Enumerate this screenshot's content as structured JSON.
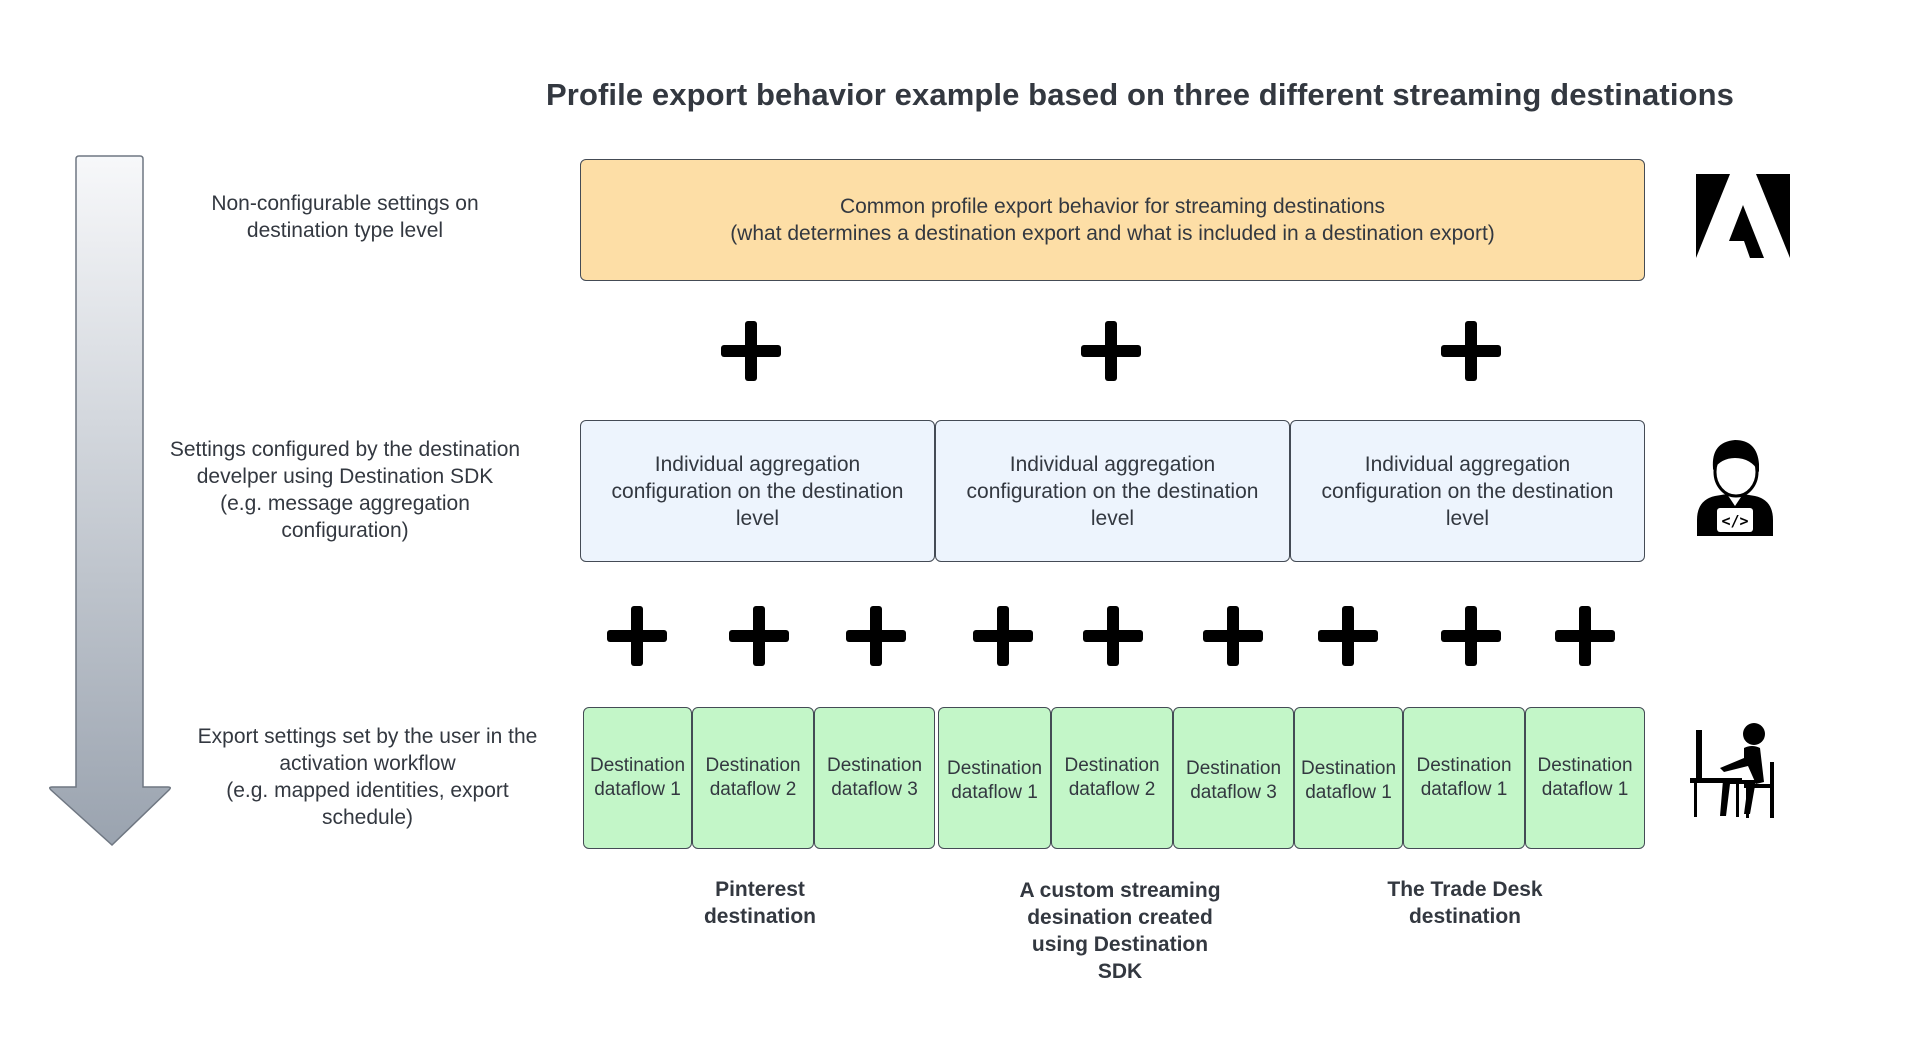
{
  "title": "Profile export behavior example based on three different streaming destinations",
  "side_labels": {
    "level1": [
      "Non-configurable settings on",
      "destination type level"
    ],
    "level2": [
      "Settings configured by the destination",
      "develper using Destination SDK",
      "(e.g. message aggregation",
      "configuration)"
    ],
    "level3": [
      "Export settings set by the user in the",
      "activation workflow",
      "(e.g. mapped identities, export",
      "schedule)"
    ]
  },
  "common_box": {
    "line1": "Common profile export behavior for streaming destinations",
    "line2": "(what determines a destination export and what is included in a destination export)"
  },
  "aggregation_boxes": [
    {
      "label": "Individual aggregation configuration on the destination level"
    },
    {
      "label": "Individual aggregation configuration on the destination level"
    },
    {
      "label": "Individual aggregation configuration on the destination level"
    }
  ],
  "dataflows": [
    {
      "line1": "Destination",
      "line2": "dataflow 1"
    },
    {
      "line1": "Destination",
      "line2": "dataflow 2"
    },
    {
      "line1": "Destination",
      "line2": "dataflow 3"
    },
    {
      "line1": "Destination",
      "line2": "dataflow 1"
    },
    {
      "line1": "Destination",
      "line2": "dataflow 2"
    },
    {
      "line1": "Destination",
      "line2": "dataflow 3"
    },
    {
      "line1": "Destination",
      "line2": "dataflow 1"
    },
    {
      "line1": "Destination",
      "line2": "dataflow 1"
    },
    {
      "line1": "Destination",
      "line2": "dataflow 1"
    }
  ],
  "destinations": [
    {
      "lines": [
        "Pinterest",
        "destination"
      ]
    },
    {
      "lines": [
        "A custom streaming",
        "desination created",
        "using Destination",
        "SDK"
      ]
    },
    {
      "lines": [
        "The Trade Desk",
        "destination"
      ]
    }
  ],
  "icons": {
    "arrow": "down-arrow-icon",
    "adobe": "adobe-logo-icon",
    "developer": "developer-icon",
    "user": "user-at-computer-icon",
    "plus": "plus-icon"
  },
  "colors": {
    "common_box": "#fddea6",
    "aggregation_box": "#edf4fd",
    "dataflow_box": "#c3f6c8",
    "text": "#333840"
  }
}
